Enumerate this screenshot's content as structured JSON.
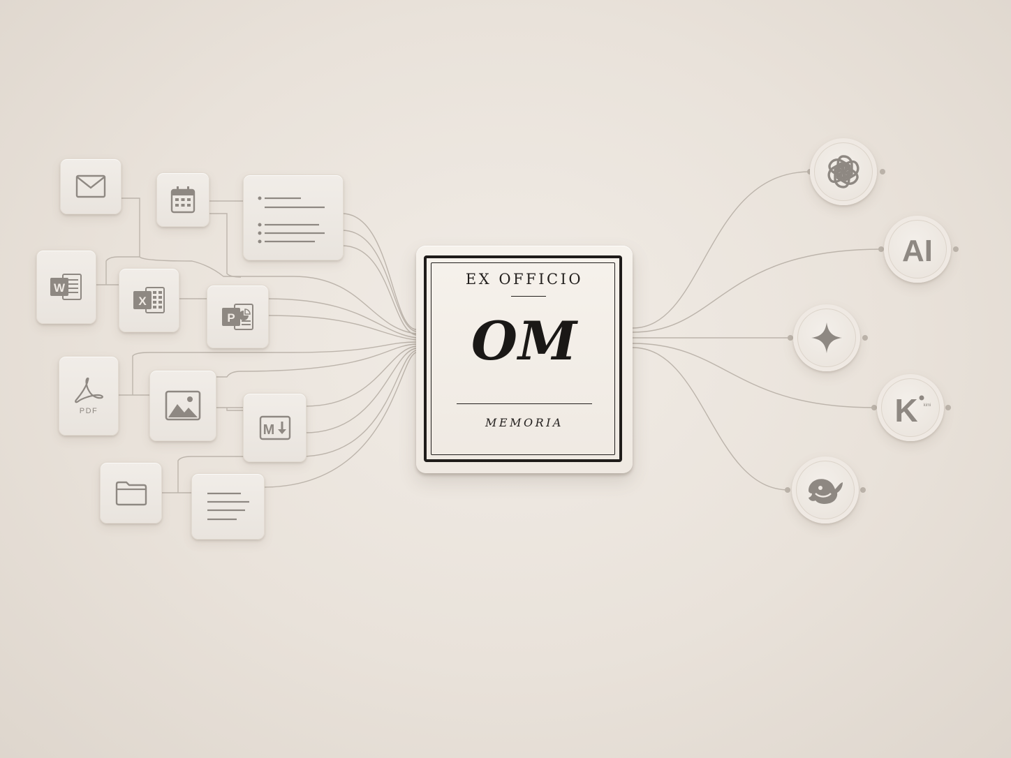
{
  "hub": {
    "top_text": "EX OFFICIO",
    "monogram": "OM",
    "bottom_text": "MEMORIA"
  },
  "sources": {
    "pdf_label": "PDF",
    "word_letter": "W",
    "excel_letter": "X",
    "powerpoint_letter": "P",
    "markdown_letter": "M"
  },
  "icons": {
    "sources": [
      "mail-icon",
      "calendar-icon",
      "list-document-icon",
      "word-icon",
      "excel-icon",
      "powerpoint-icon",
      "pdf-icon",
      "image-icon",
      "markdown-icon",
      "folder-icon",
      "text-document-icon"
    ],
    "targets": [
      "openai-icon",
      "anthropic-icon",
      "gemini-sparkle-icon",
      "kimi-icon",
      "deepseek-whale-icon"
    ]
  },
  "targets": {
    "anthropic_text": "AI",
    "kimi_letter": "K",
    "kimi_small": "kimi"
  },
  "colors": {
    "background": "#ece6df",
    "tile": "#eee9e3",
    "icon": "#8e8882",
    "wire": "#b9b1a8",
    "hub_ink": "#1f1c1a"
  }
}
